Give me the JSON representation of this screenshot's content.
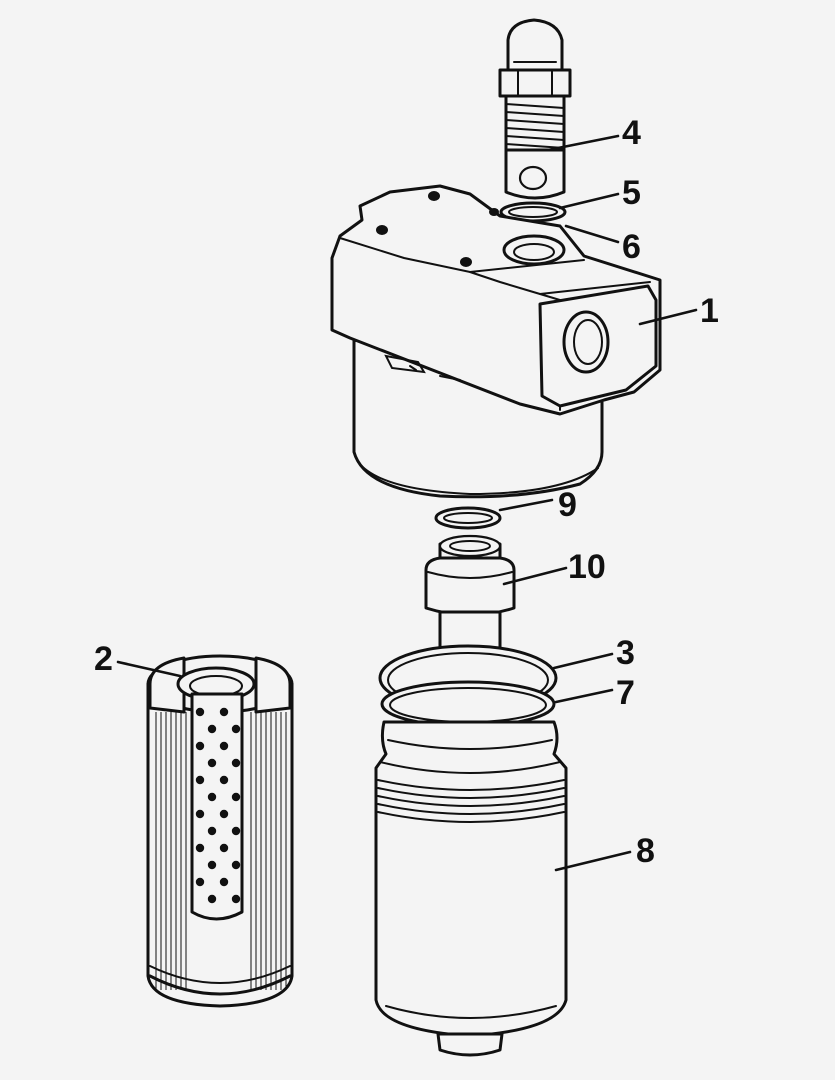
{
  "callouts": [
    {
      "id": "1",
      "label": "1"
    },
    {
      "id": "2",
      "label": "2"
    },
    {
      "id": "3",
      "label": "3"
    },
    {
      "id": "4",
      "label": "4"
    },
    {
      "id": "5",
      "label": "5"
    },
    {
      "id": "6",
      "label": "6"
    },
    {
      "id": "7",
      "label": "7"
    },
    {
      "id": "8",
      "label": "8"
    },
    {
      "id": "9",
      "label": "9"
    },
    {
      "id": "10",
      "label": "10"
    }
  ],
  "colors": {
    "ink": "#111111",
    "paper": "#f4f4f4"
  }
}
